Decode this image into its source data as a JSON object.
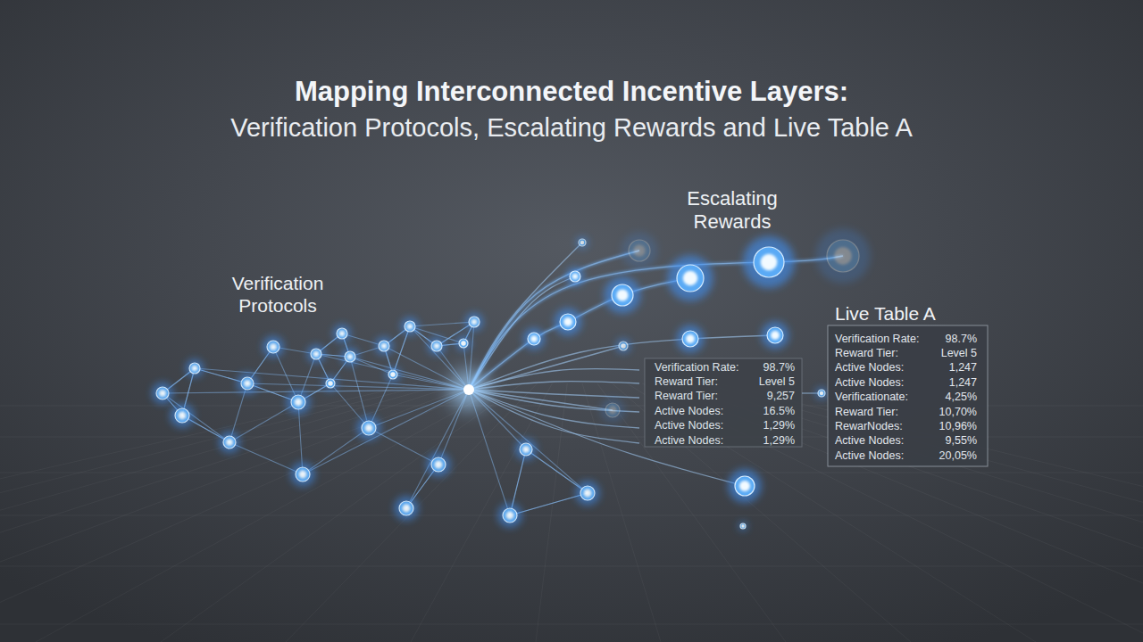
{
  "diagram": {
    "title": "Mapping Interconnected Incentive Layers:",
    "labels": [
      "Verification Protocols, Escalating Rewards and Live Table A",
      "Verification Protocols",
      "Escalating Rewards",
      "Live Table A",
      "Verification Rate:",
      "98.7%",
      "Reward Tier:",
      "Level 5",
      "Reward Tier:",
      "9,257",
      "Active Nodes:",
      "16.5%",
      "Active Nodes:",
      "1,29%",
      "Active Nodes:",
      "1,29%",
      "Verification Rate:",
      "98.7%",
      "Reward Tier:",
      "Level 5",
      "Active Nodes:",
      "1,247",
      "Active Nodes:",
      "1,247",
      "Verificationate:",
      "4,25%",
      "Reward Tier:",
      "10,70%",
      "RewarNodes:",
      "10,96%",
      "Active Nodes:",
      "9,55%",
      "Active Nodes:",
      "20,05%"
    ]
  }
}
